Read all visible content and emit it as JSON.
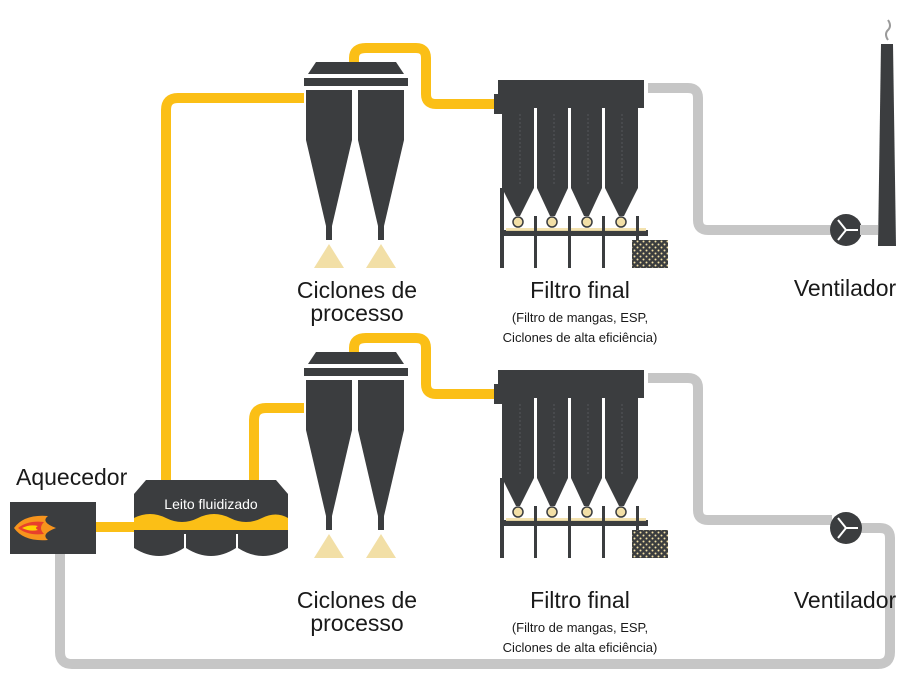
{
  "labels": {
    "heater": "Aquecedor",
    "fluid_bed": "Leito fluidizado",
    "cyclones_line1": "Ciclones de",
    "cyclones_line2": "processo",
    "final_filter": "Filtro final",
    "final_filter_sub1": "(Filtro de mangas, ESP,",
    "final_filter_sub2": "Ciclones de alta eficiência)",
    "fan": "Ventilador"
  },
  "colors": {
    "hot_duct": "#FBBF16",
    "return_duct": "#C6C6C6",
    "equipment": "#3B3D3F",
    "dust": "#F2DFA6",
    "flame_outer": "#F7941D",
    "flame_inner": "#FFD200",
    "flame_red": "#E8402C"
  },
  "icons": [
    "flame-icon",
    "fan-icon",
    "smoke-icon"
  ]
}
